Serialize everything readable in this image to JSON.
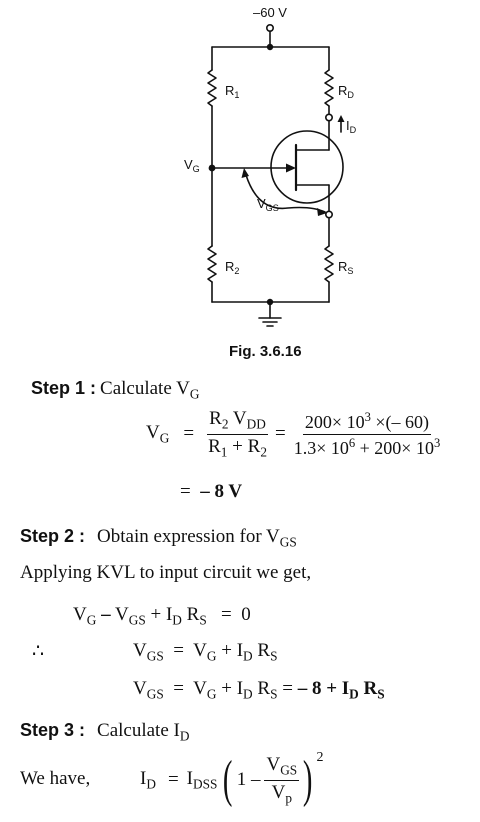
{
  "circuit": {
    "supply_label": "–60 V",
    "r1_label": "R",
    "r1_sub": "1",
    "r2_label": "R",
    "r2_sub": "2",
    "rd_label": "R",
    "rd_sub": "D",
    "rs_label": "R",
    "rs_sub": "S",
    "vg_label": "V",
    "vg_sub": "G",
    "vgs_label": "V",
    "vgs_sub": "GS",
    "id_label": "I",
    "id_sub": "D"
  },
  "figure_caption": "Fig. 3.6.16",
  "step1": {
    "label": "Step 1 :",
    "text": "Calculate V",
    "text_sub": "G",
    "lhs": "V",
    "lhs_sub": "G",
    "eq": "=",
    "frac1_num_a": "R",
    "frac1_num_a_sub": "2",
    "frac1_num_b": "V",
    "frac1_num_b_sub": "DD",
    "frac1_den_a": "R",
    "frac1_den_a_sub": "1",
    "frac1_den_plus": "+",
    "frac1_den_b": "R",
    "frac1_den_b_sub": "2",
    "eq2": "=",
    "frac2_num": "200× 10",
    "frac2_num_sup": "3",
    "frac2_num_rest": "×(– 60)",
    "frac2_den_a": "1.3× 10",
    "frac2_den_a_sup": "6",
    "frac2_den_b": " + 200× 10",
    "frac2_den_b_sup": "3",
    "result_eq": "=",
    "result": "– 8 V"
  },
  "step2": {
    "label": "Step 2 :",
    "text": "Obtain expression for V",
    "text_sub": "GS",
    "kvl_text": "Applying  KVL to input circuit we get,",
    "eq1_a": "V",
    "eq1_a_sub": "G",
    "eq1_minus": "–",
    "eq1_b": "V",
    "eq1_b_sub": "GS",
    "eq1_plus": "+",
    "eq1_c": "I",
    "eq1_c_sub": "D",
    "eq1_d": "R",
    "eq1_d_sub": "S",
    "eq1_eq": "=",
    "eq1_rhs": "0",
    "therefore": "∴",
    "eq2_lhs": "V",
    "eq2_lhs_sub": "GS",
    "eq2_eq": "=",
    "eq2_a": "V",
    "eq2_a_sub": "G",
    "eq2_plus": "+",
    "eq2_b": "I",
    "eq2_b_sub": "D",
    "eq2_c": "R",
    "eq2_c_sub": "S",
    "eq3_lhs": "V",
    "eq3_lhs_sub": "GS",
    "eq3_eq": "=",
    "eq3_a": "V",
    "eq3_a_sub": "G",
    "eq3_plus": "+",
    "eq3_b": "I",
    "eq3_b_sub": "D",
    "eq3_c": "R",
    "eq3_c_sub": "S",
    "eq3_eq2": "=",
    "eq3_result_a": "– 8 + I",
    "eq3_result_a_sub": "D",
    "eq3_result_b": "R",
    "eq3_result_b_sub": "S"
  },
  "step3": {
    "label": "Step 3 :",
    "text": "Calculate I",
    "text_sub": "D",
    "we_have": "We have,",
    "lhs": "I",
    "lhs_sub": "D",
    "eq": "=",
    "idss": "I",
    "idss_sub": "DSS",
    "one_minus": "1 –",
    "frac_num": "V",
    "frac_num_sub": "GS",
    "frac_den": "V",
    "frac_den_sub": "p",
    "power": "2"
  }
}
